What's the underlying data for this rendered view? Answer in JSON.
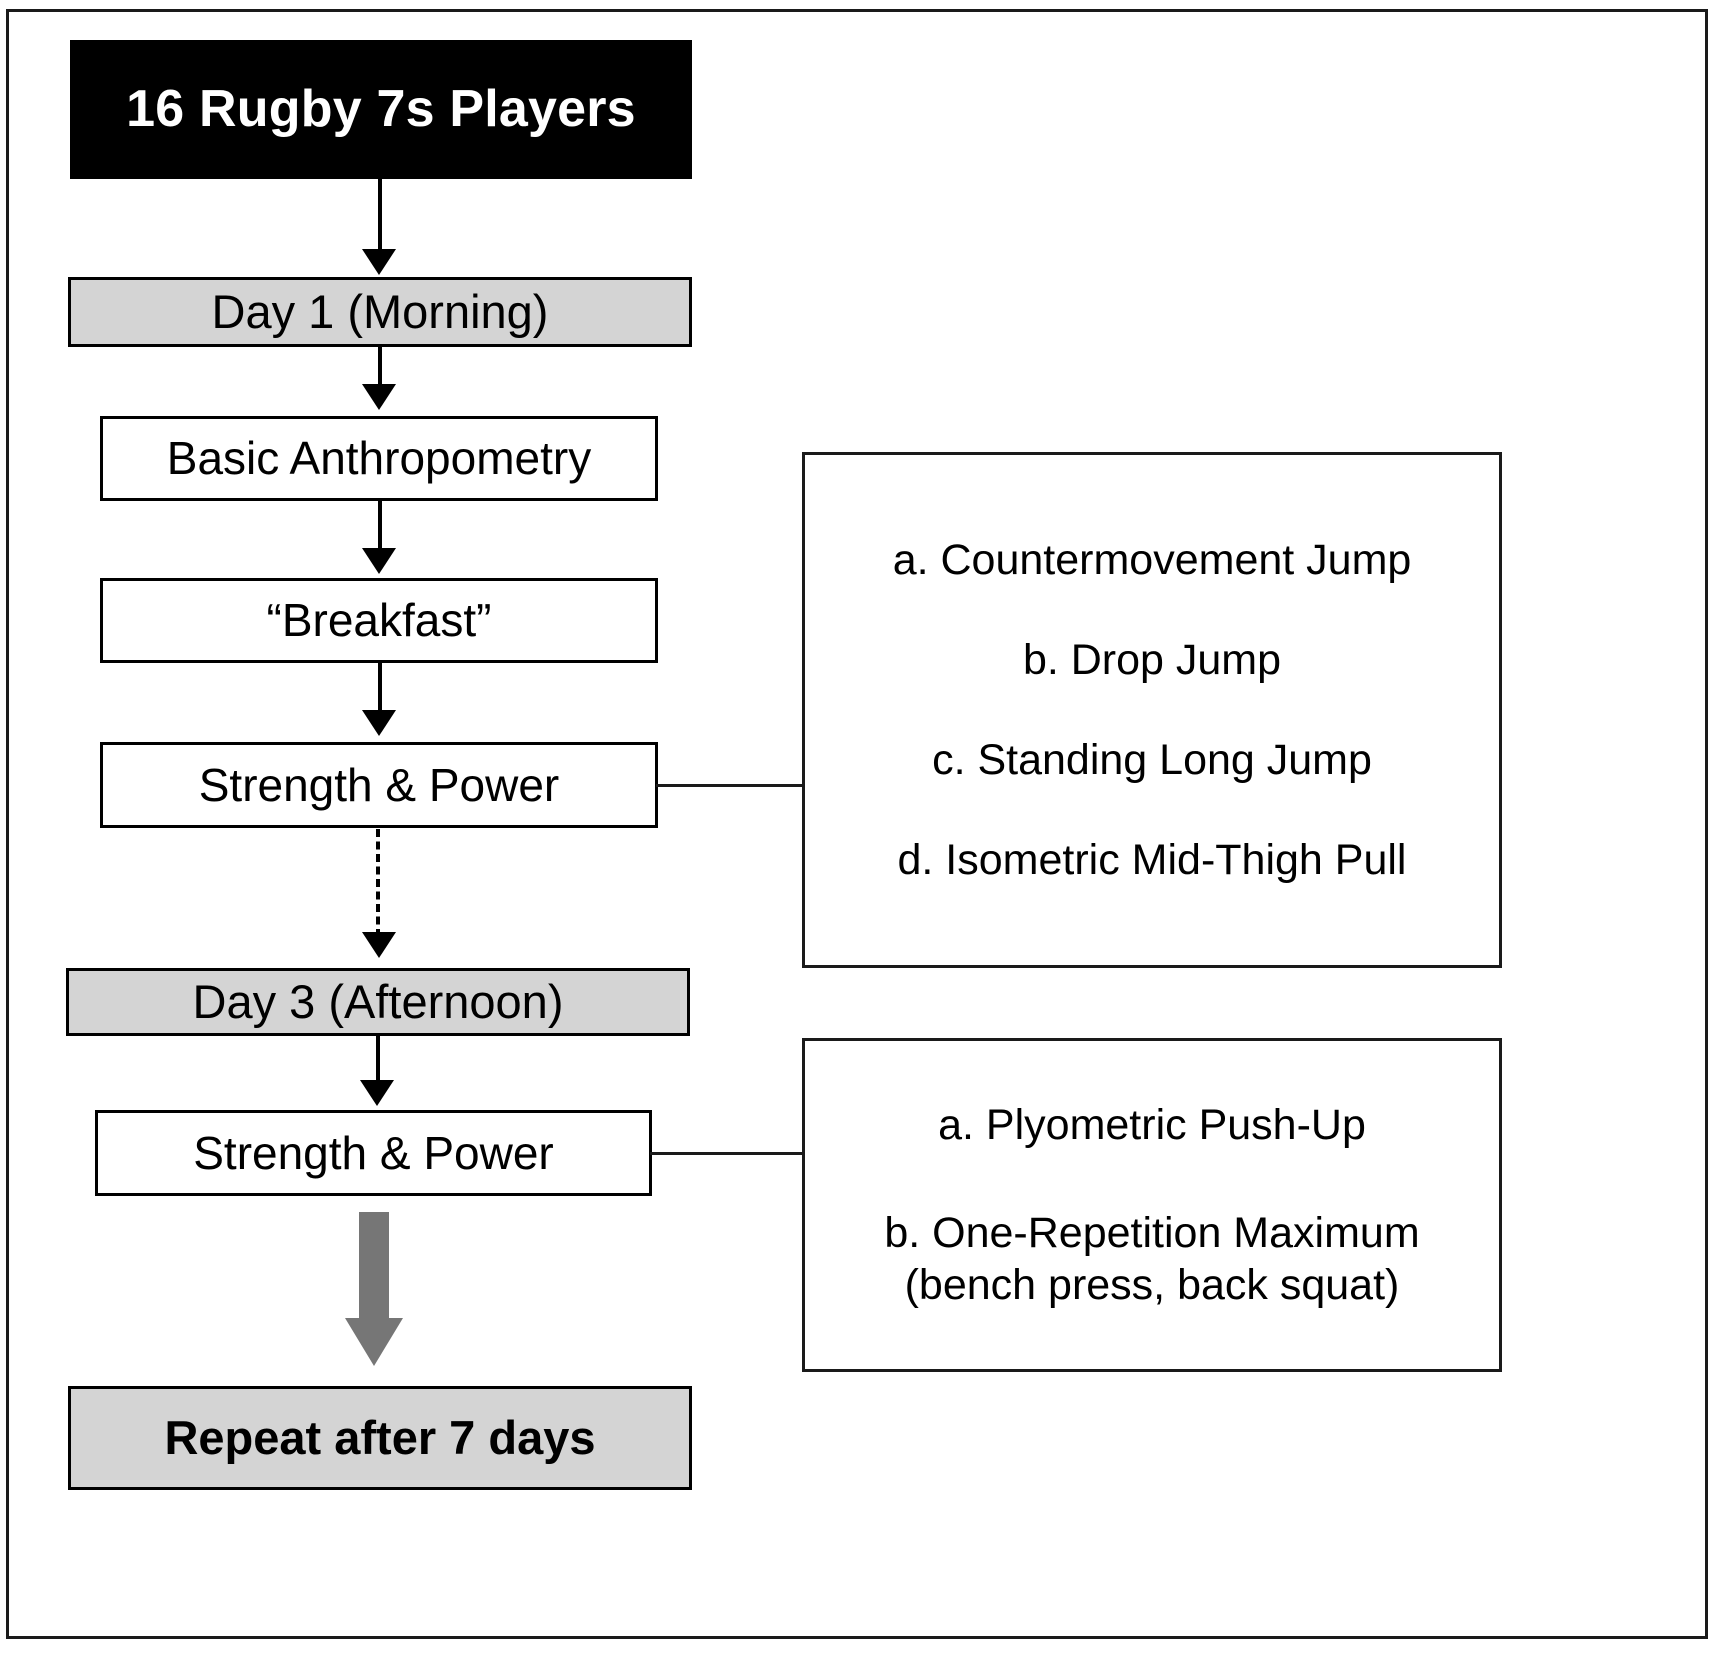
{
  "diagram": {
    "title_node": "16 Rugby 7s Players",
    "nodes": {
      "day1": "Day 1 (Morning)",
      "anthropometry": "Basic Anthropometry",
      "breakfast": "“Breakfast”",
      "strength_power_1": "Strength & Power",
      "day3": "Day 3 (Afternoon)",
      "strength_power_2": "Strength & Power",
      "repeat": "Repeat after 7 days"
    },
    "side_box_1": {
      "items": [
        "a. Countermovement Jump",
        "b. Drop Jump",
        "c. Standing Long Jump",
        "d. Isometric Mid-Thigh Pull"
      ]
    },
    "side_box_2": {
      "items": [
        "a. Plyometric Push-Up",
        "b. One-Repetition Maximum",
        "(bench press, back squat)"
      ]
    },
    "colors": {
      "header_fill": "#000000",
      "header_text": "#ffffff",
      "gray_fill": "#d4d4d4",
      "white_fill": "#ffffff",
      "stroke": "#000000",
      "thick_arrow": "#767676"
    }
  }
}
